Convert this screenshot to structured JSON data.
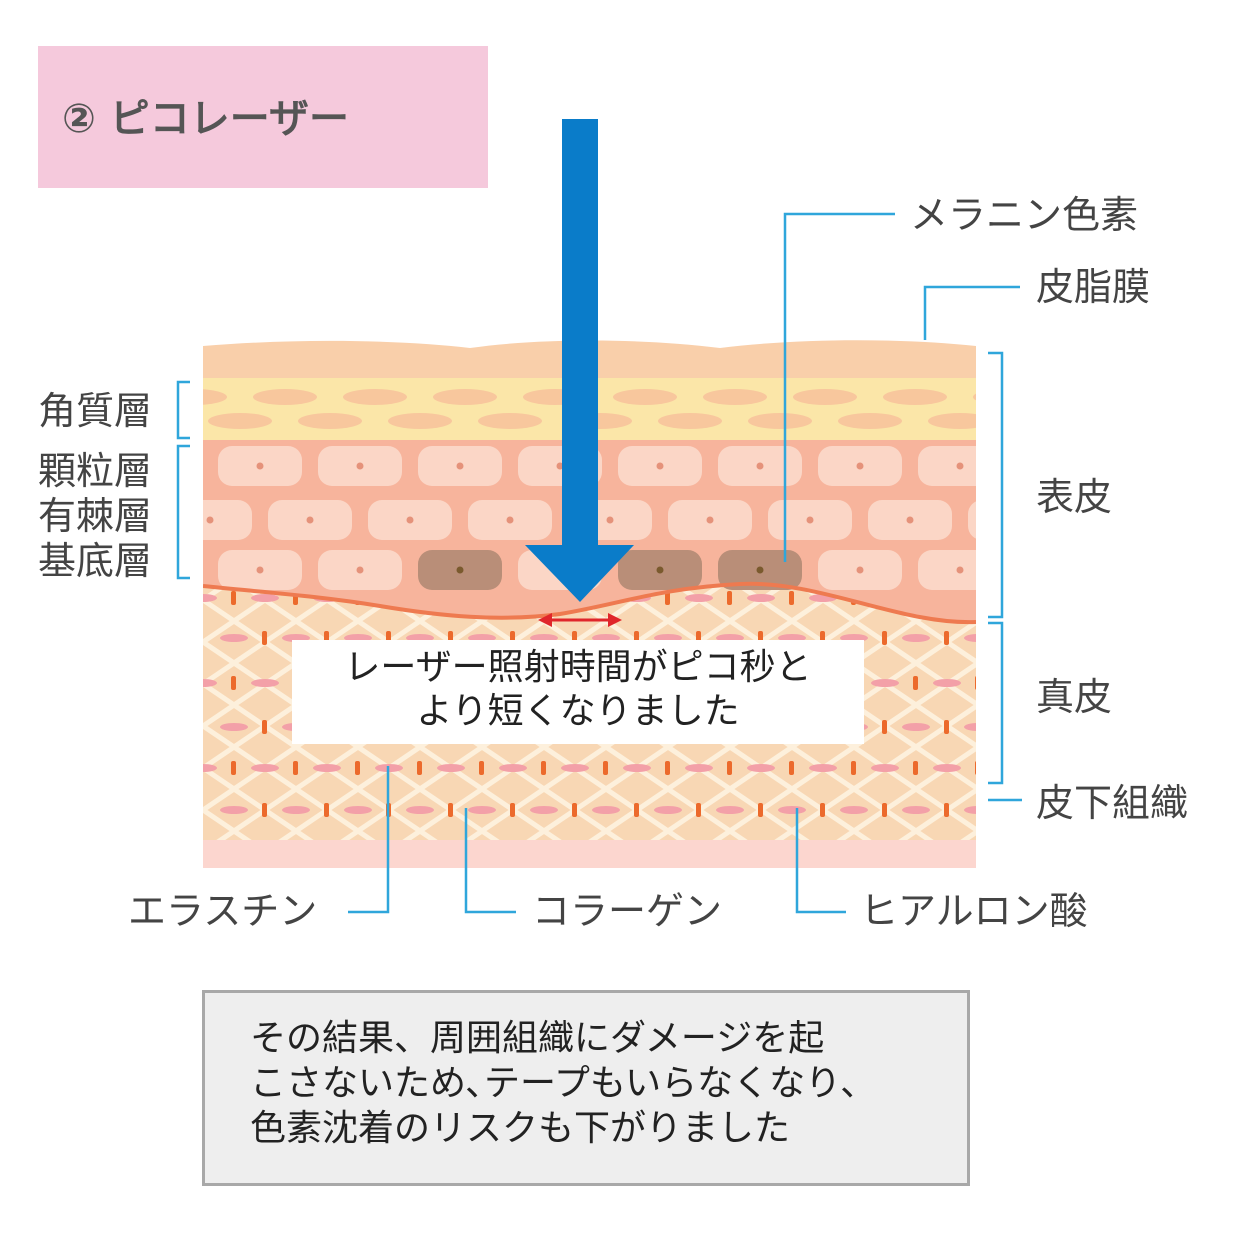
{
  "title": "② ピコレーザー",
  "labels": {
    "melanin": "メラニン色素",
    "sebum": "皮脂膜",
    "stratum_corneum": "角質層",
    "layers_group": [
      "顆粒層",
      "有棘層",
      "基底層"
    ],
    "epidermis": "表皮",
    "dermis": "真皮",
    "subcutaneous": "皮下組織",
    "elastin": "エラスチン",
    "collagen": "コラーゲン",
    "hyaluronic": "ヒアルロン酸"
  },
  "caption": [
    "レーザー照射時間がピコ秒と",
    "より短くなりました"
  ],
  "result": [
    "その結果、周囲組織にダメージを起",
    "こさないため､テープもいらなくなり､",
    "色素沈着のリスクも下がりました"
  ],
  "colors": {
    "title_bg": "#f5c9dc",
    "arrow": "#0a7cc9",
    "leader": "#2fa6db",
    "horizontal_arrow": "#e0262b",
    "epidermis": "#f7b49c",
    "dermis": "#f8d7b4",
    "corneum": "#fbe6a8"
  }
}
